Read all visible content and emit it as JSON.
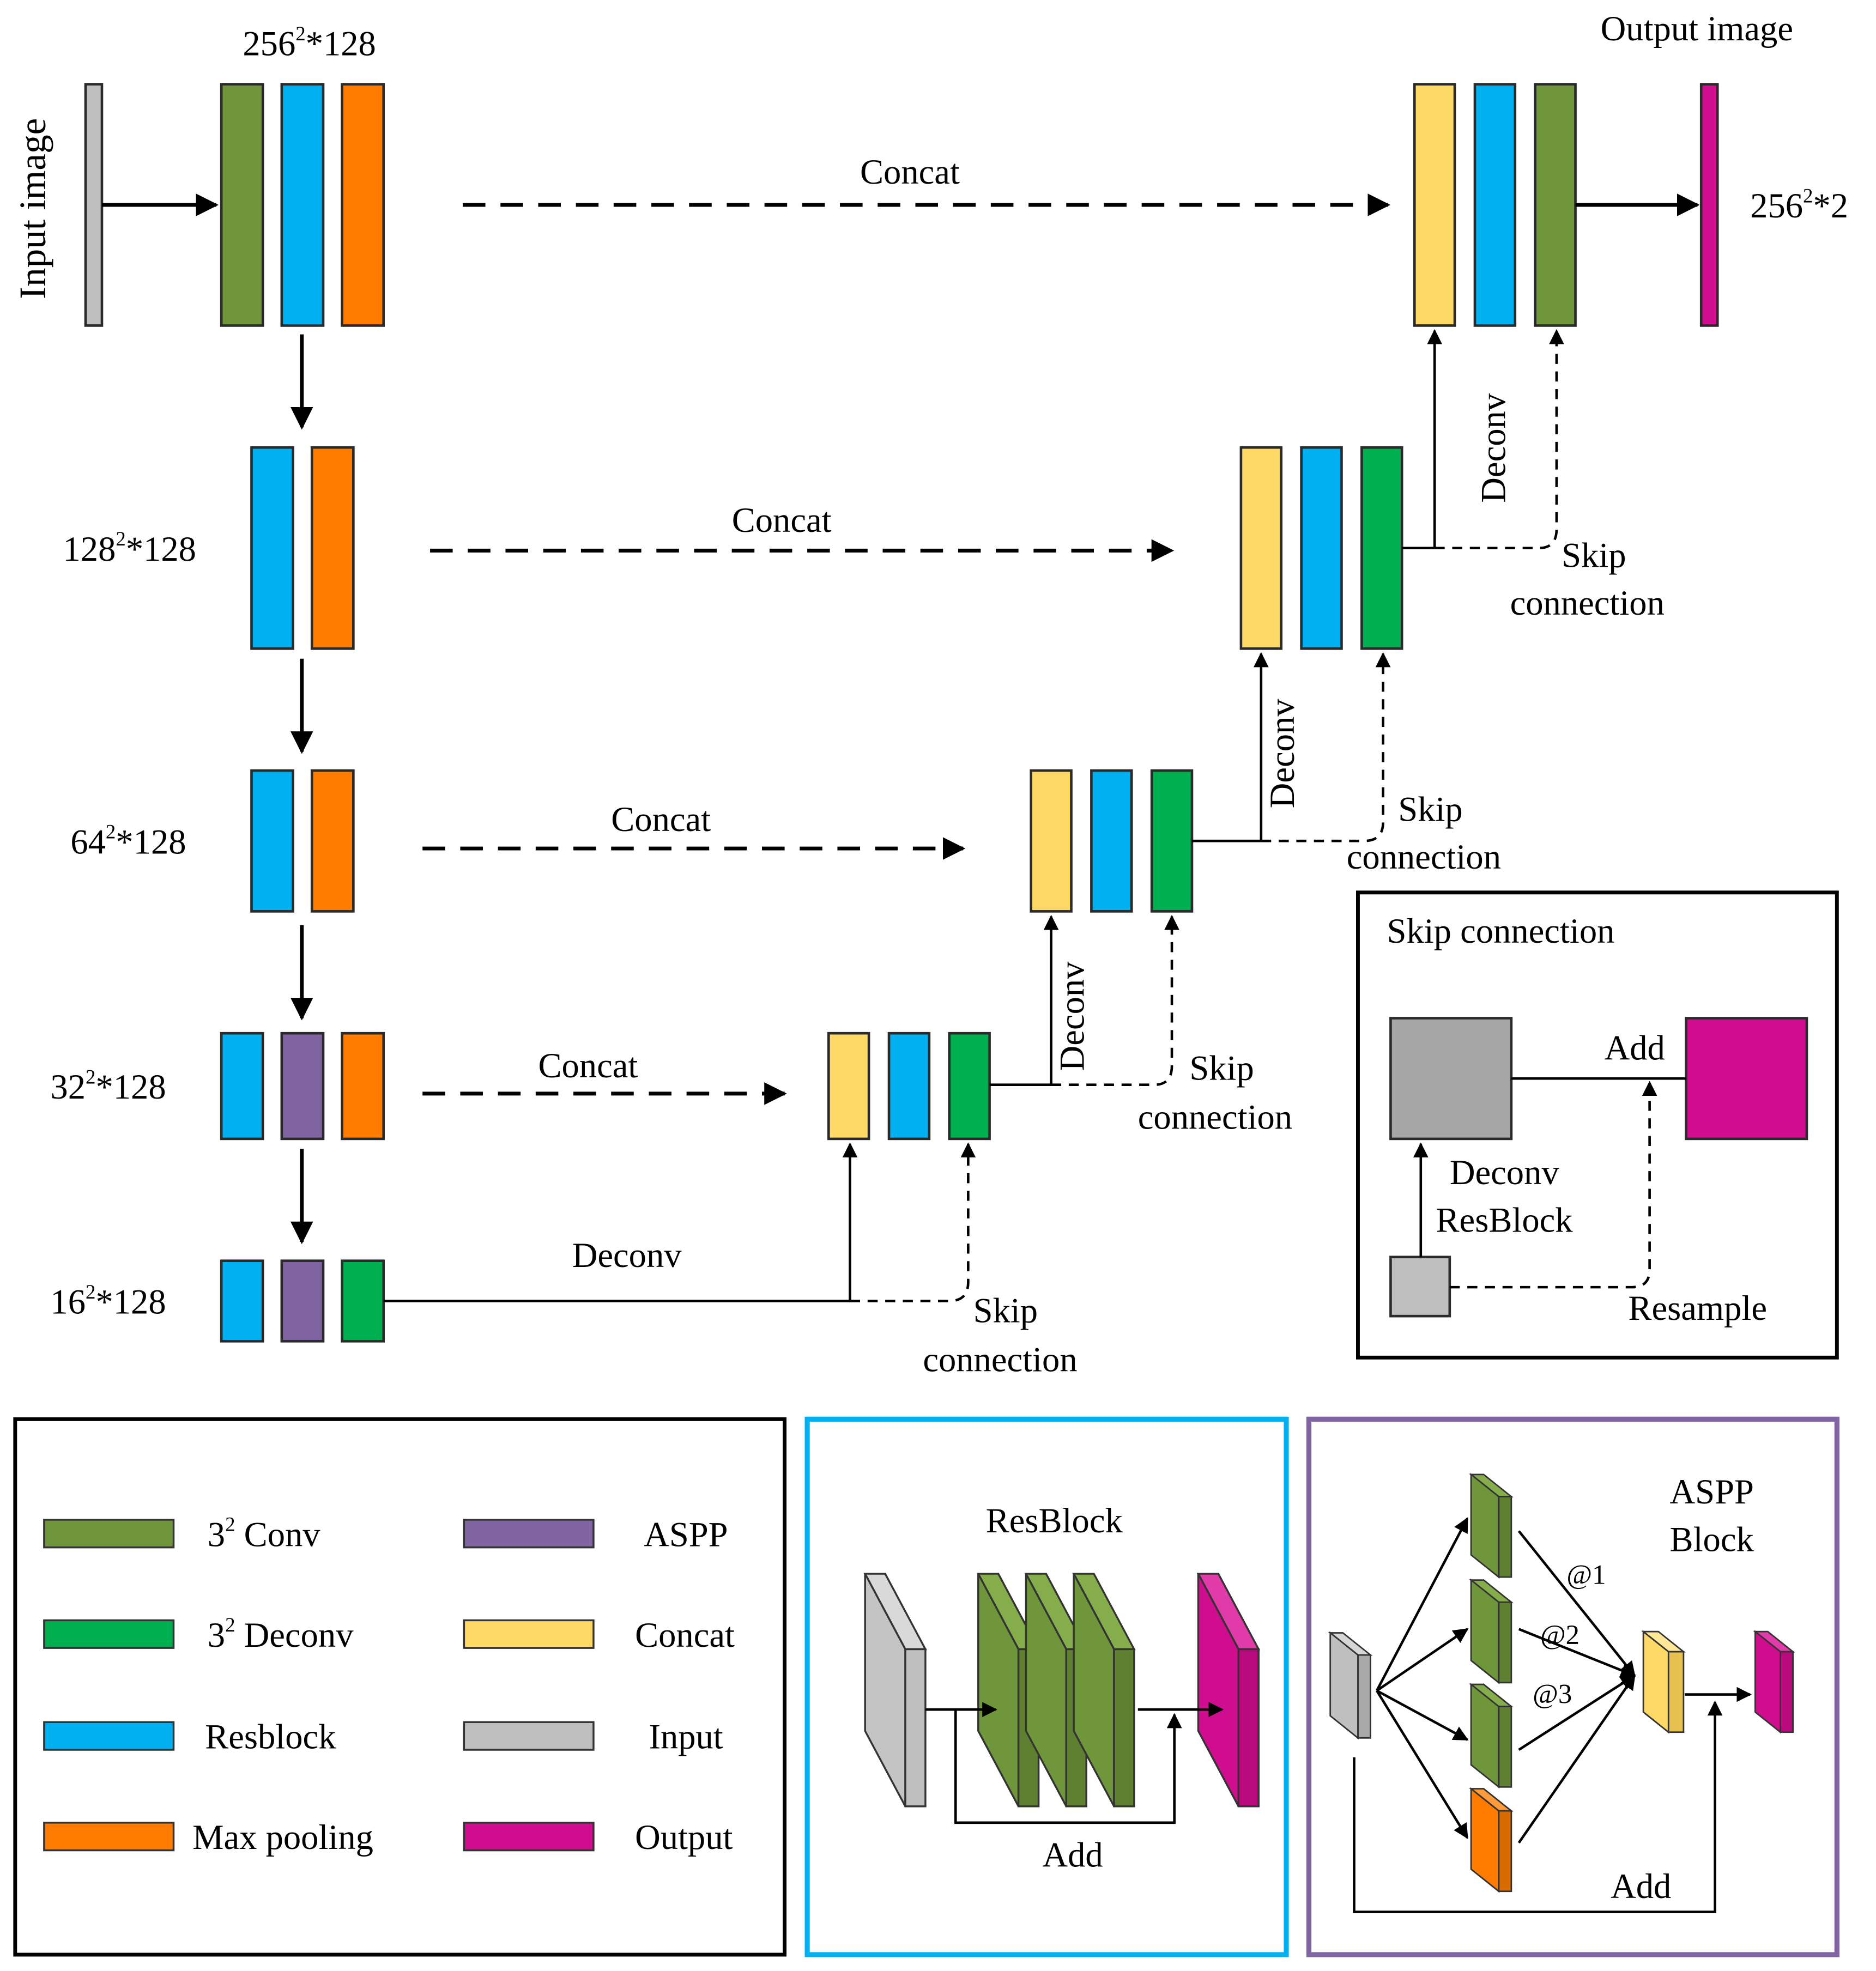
{
  "colors": {
    "conv": "#70963c",
    "deconv": "#00b050",
    "resblock": "#00b0f0",
    "maxpool": "#ff7c00",
    "aspp": "#8064a2",
    "concat": "#ffd966",
    "input": "#bfbfbf",
    "output": "#d00d8f",
    "resblock_border": "#00b0f0",
    "aspp_border": "#8064a2"
  },
  "main": {
    "input_label": "Input image",
    "output_label": "Output image",
    "levels": [
      {
        "base": "256",
        "exp": "2",
        "rest": "*128"
      },
      {
        "base": "128",
        "exp": "2",
        "rest": "*128"
      },
      {
        "base": "64",
        "exp": "2",
        "rest": "*128"
      },
      {
        "base": "32",
        "exp": "2",
        "rest": "*128"
      },
      {
        "base": "16",
        "exp": "2",
        "rest": "*128"
      }
    ],
    "output_size": {
      "base": "256",
      "exp": "2",
      "rest": "*2"
    },
    "concat_label": "Concat",
    "deconv_label": "Deconv",
    "skip_line1": "Skip",
    "skip_line2": "connection"
  },
  "skip_inset": {
    "title": "Skip connection",
    "add": "Add",
    "deconv": "Deconv",
    "resblock": "ResBlock",
    "resample": "Resample"
  },
  "legend": {
    "items": [
      {
        "key": "conv",
        "base": "3",
        "exp": "2",
        "rest": " Conv"
      },
      {
        "key": "aspp",
        "base": "ASPP",
        "exp": "",
        "rest": ""
      },
      {
        "key": "deconv",
        "base": "3",
        "exp": "2",
        "rest": " Deconv"
      },
      {
        "key": "concat",
        "base": "Concat",
        "exp": "",
        "rest": ""
      },
      {
        "key": "resblock",
        "base": "Resblock",
        "exp": "",
        "rest": ""
      },
      {
        "key": "input",
        "base": "Input",
        "exp": "",
        "rest": ""
      },
      {
        "key": "maxpool",
        "base": "Max pooling",
        "exp": "",
        "rest": ""
      },
      {
        "key": "output",
        "base": "Output",
        "exp": "",
        "rest": ""
      }
    ]
  },
  "resblock_panel": {
    "title": "ResBlock",
    "add": "Add"
  },
  "aspp_panel": {
    "title_line1": "ASPP",
    "title_line2": "Block",
    "rate1": "@1",
    "rate2": "@2",
    "rate3": "@3",
    "add": "Add"
  }
}
